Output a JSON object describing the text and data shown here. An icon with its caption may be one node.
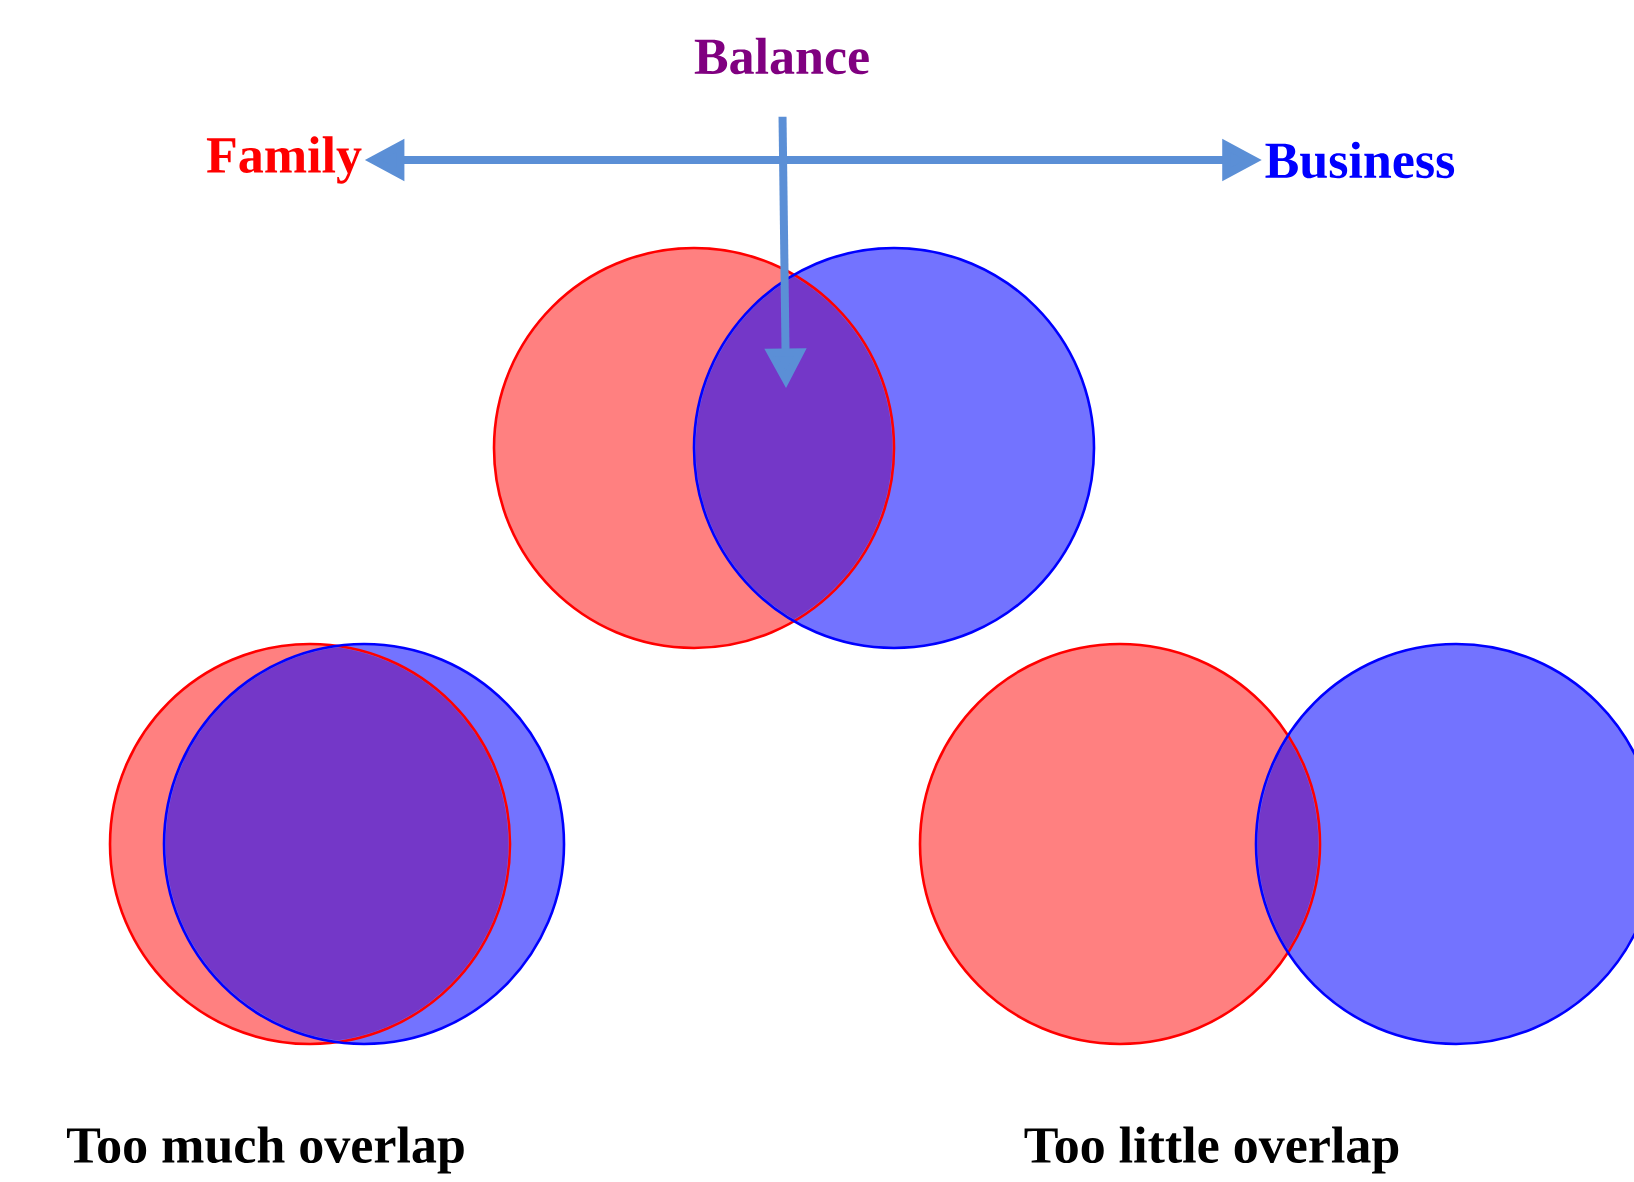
{
  "diagram": {
    "nodes": [
      {
        "text": [
          "Family"
        ]
      },
      {
        "text": [
          "Balance"
        ]
      },
      {
        "text": [
          "Business"
        ]
      },
      {
        "text": [],
        "shape": "venn"
      },
      {
        "text": [],
        "shape": "venn"
      },
      {
        "text": [],
        "shape": "venn"
      }
    ],
    "edges": [
      {
        "from": 0,
        "to": 2,
        "arrow": "both"
      },
      {
        "from": 1,
        "to": 3,
        "arrow": "to"
      }
    ],
    "labels": [
      "Too much overlap",
      "Too little overlap"
    ]
  }
}
